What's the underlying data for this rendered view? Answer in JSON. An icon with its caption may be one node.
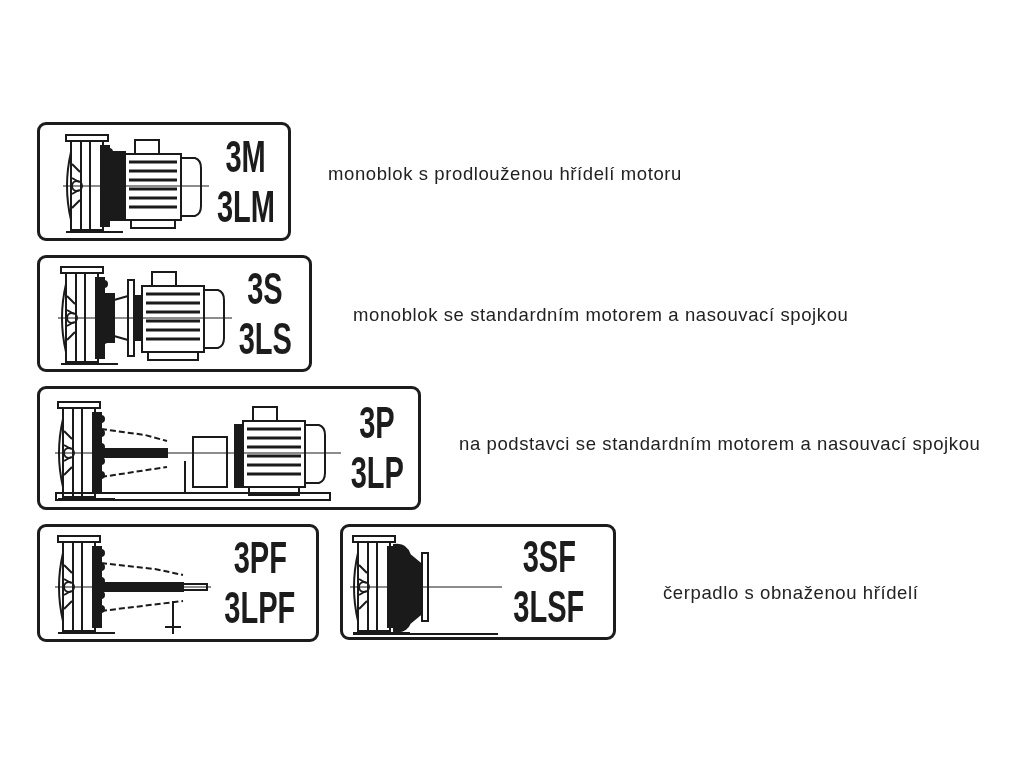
{
  "diagram": {
    "nodes": [
      {
        "text": [
          "3M",
          "3LM"
        ],
        "beside": [
          "monoblok s prodlouženou hřídelí motoru"
        ]
      },
      {
        "text": [
          "3S",
          "3LS"
        ],
        "beside": [
          "monoblok se standardním motorem a nasouvací spojkou"
        ]
      },
      {
        "text": [
          "3P",
          "3LP"
        ],
        "beside": [
          "na podstavci se standardním motorem a nasouvací spojkou"
        ]
      },
      {
        "text": [
          "3PF",
          "3LPF"
        ]
      },
      {
        "text": [
          "3SF",
          "3LSF"
        ],
        "beside": [
          "čerpadlo s obnaženou hřídelí"
        ]
      }
    ]
  }
}
